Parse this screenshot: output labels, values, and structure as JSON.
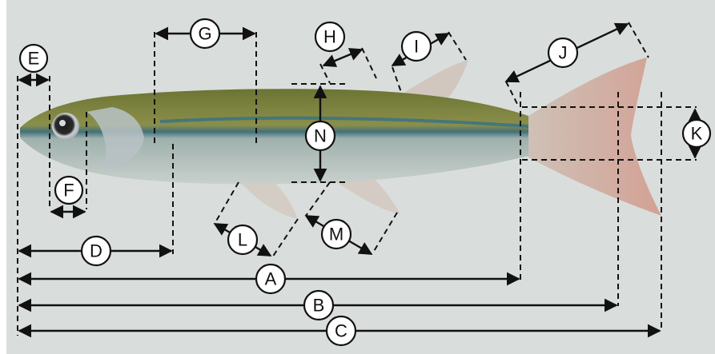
{
  "figure": {
    "colors": {
      "background": "#d9dedc",
      "fish_back": "#6f7a3a",
      "fish_belly": "#a9b7b5",
      "stripe": "#3d6f79",
      "fin": "#d4a9a0",
      "annotation": "#111111"
    },
    "labels": {
      "A": "A",
      "B": "B",
      "C": "C",
      "D": "D",
      "E": "E",
      "F": "F",
      "G": "G",
      "H": "H",
      "I": "I",
      "J": "J",
      "K": "K",
      "L": "L",
      "M": "M",
      "N": "N"
    }
  }
}
